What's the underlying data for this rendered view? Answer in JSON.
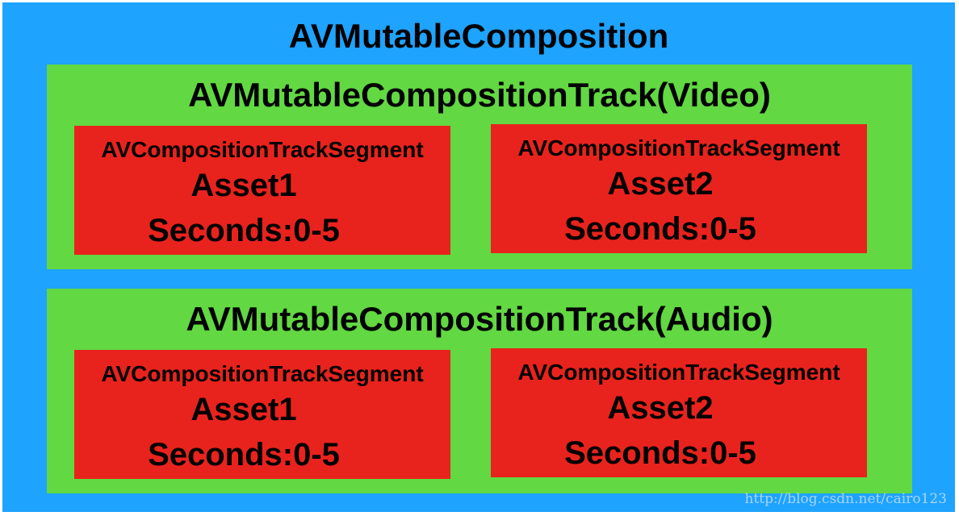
{
  "composition": {
    "title": "AVMutableComposition",
    "color": "#1ea3ff"
  },
  "tracks": [
    {
      "title": "AVMutableCompositionTrack(Video)",
      "color": "#62d842",
      "segments": [
        {
          "label": "AVCompositionTrackSegment",
          "asset": "Asset1",
          "seconds": "Seconds:0-5",
          "color": "#e8231e"
        },
        {
          "label": "AVCompositionTrackSegment",
          "asset": "Asset2",
          "seconds": "Seconds:0-5",
          "color": "#e8231e"
        }
      ]
    },
    {
      "title": "AVMutableCompositionTrack(Audio)",
      "color": "#62d842",
      "segments": [
        {
          "label": "AVCompositionTrackSegment",
          "asset": "Asset1",
          "seconds": "Seconds:0-5",
          "color": "#e8231e"
        },
        {
          "label": "AVCompositionTrackSegment",
          "asset": "Asset2",
          "seconds": "Seconds:0-5",
          "color": "#e8231e"
        }
      ]
    }
  ],
  "watermark": "http://blog.csdn.net/cairo123"
}
